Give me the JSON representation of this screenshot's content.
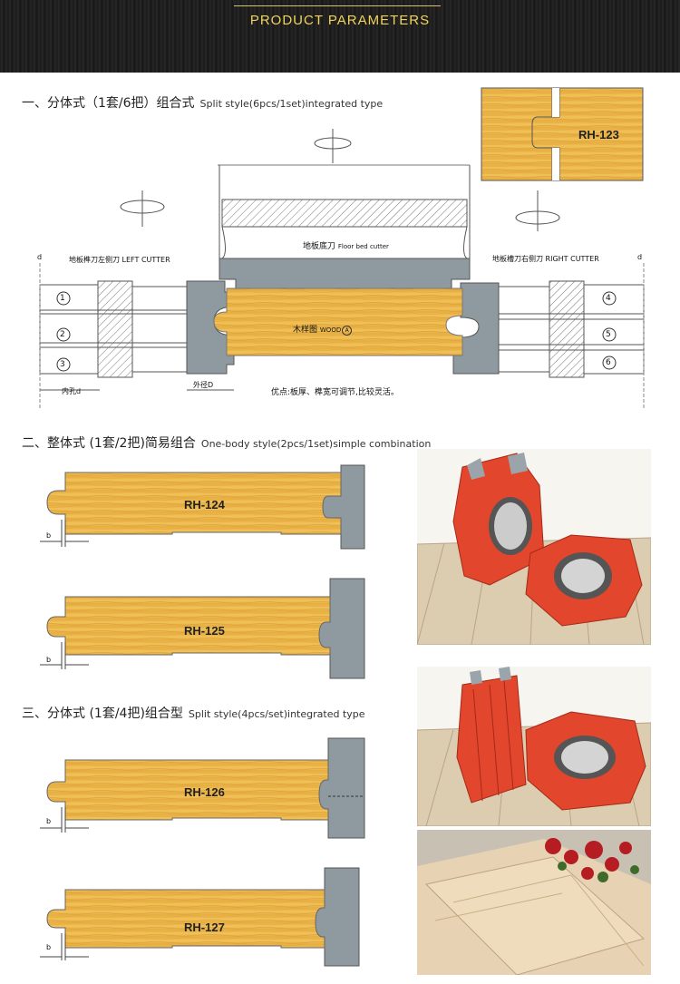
{
  "banner": {
    "title": "PRODUCT PARAMETERS"
  },
  "section1": {
    "cn": "一、分体式（1套/6把）组合式",
    "en": "Split style(6pcs/1set)integrated type"
  },
  "section2": {
    "cn": "二、整体式 (1套/2把)简易组合",
    "en": "One-body style(2pcs/1set)simple combination"
  },
  "section3": {
    "cn": "三、分体式 (1套/4把)组合型",
    "en": "Split style(4pcs/set)integrated type"
  },
  "diagram1": {
    "sample_code": "RH-123",
    "left_cutter": "地板榫刀左侧刀 LEFT CUTTER",
    "right_cutter": "地板槽刀右侧刀 RIGHT CUTTER",
    "floor_bed_cutter_cn": "地板底刀",
    "floor_bed_cutter_en": "Floor bed cutter",
    "wood_cn": "木样图",
    "wood_en": "WOOD",
    "wood_mark": "A",
    "inner_diameter": "内孔d",
    "outer_diameter": "外径D",
    "advantage": "优点:板厚、榫宽可调节,比较灵活。",
    "d_label": "d",
    "numbers_left": [
      "1",
      "2",
      "3"
    ],
    "numbers_right": [
      "4",
      "5",
      "6"
    ]
  },
  "profiles": [
    {
      "code": "RH-124",
      "b": "b"
    },
    {
      "code": "RH-125",
      "b": "b"
    },
    {
      "code": "RH-126",
      "b": "b"
    },
    {
      "code": "RH-127",
      "b": "b"
    }
  ],
  "colors": {
    "wood": "#e9b446",
    "steel": "#8e9aa0",
    "cutter": "#e2462c",
    "banner_text": "#f2d35a"
  }
}
